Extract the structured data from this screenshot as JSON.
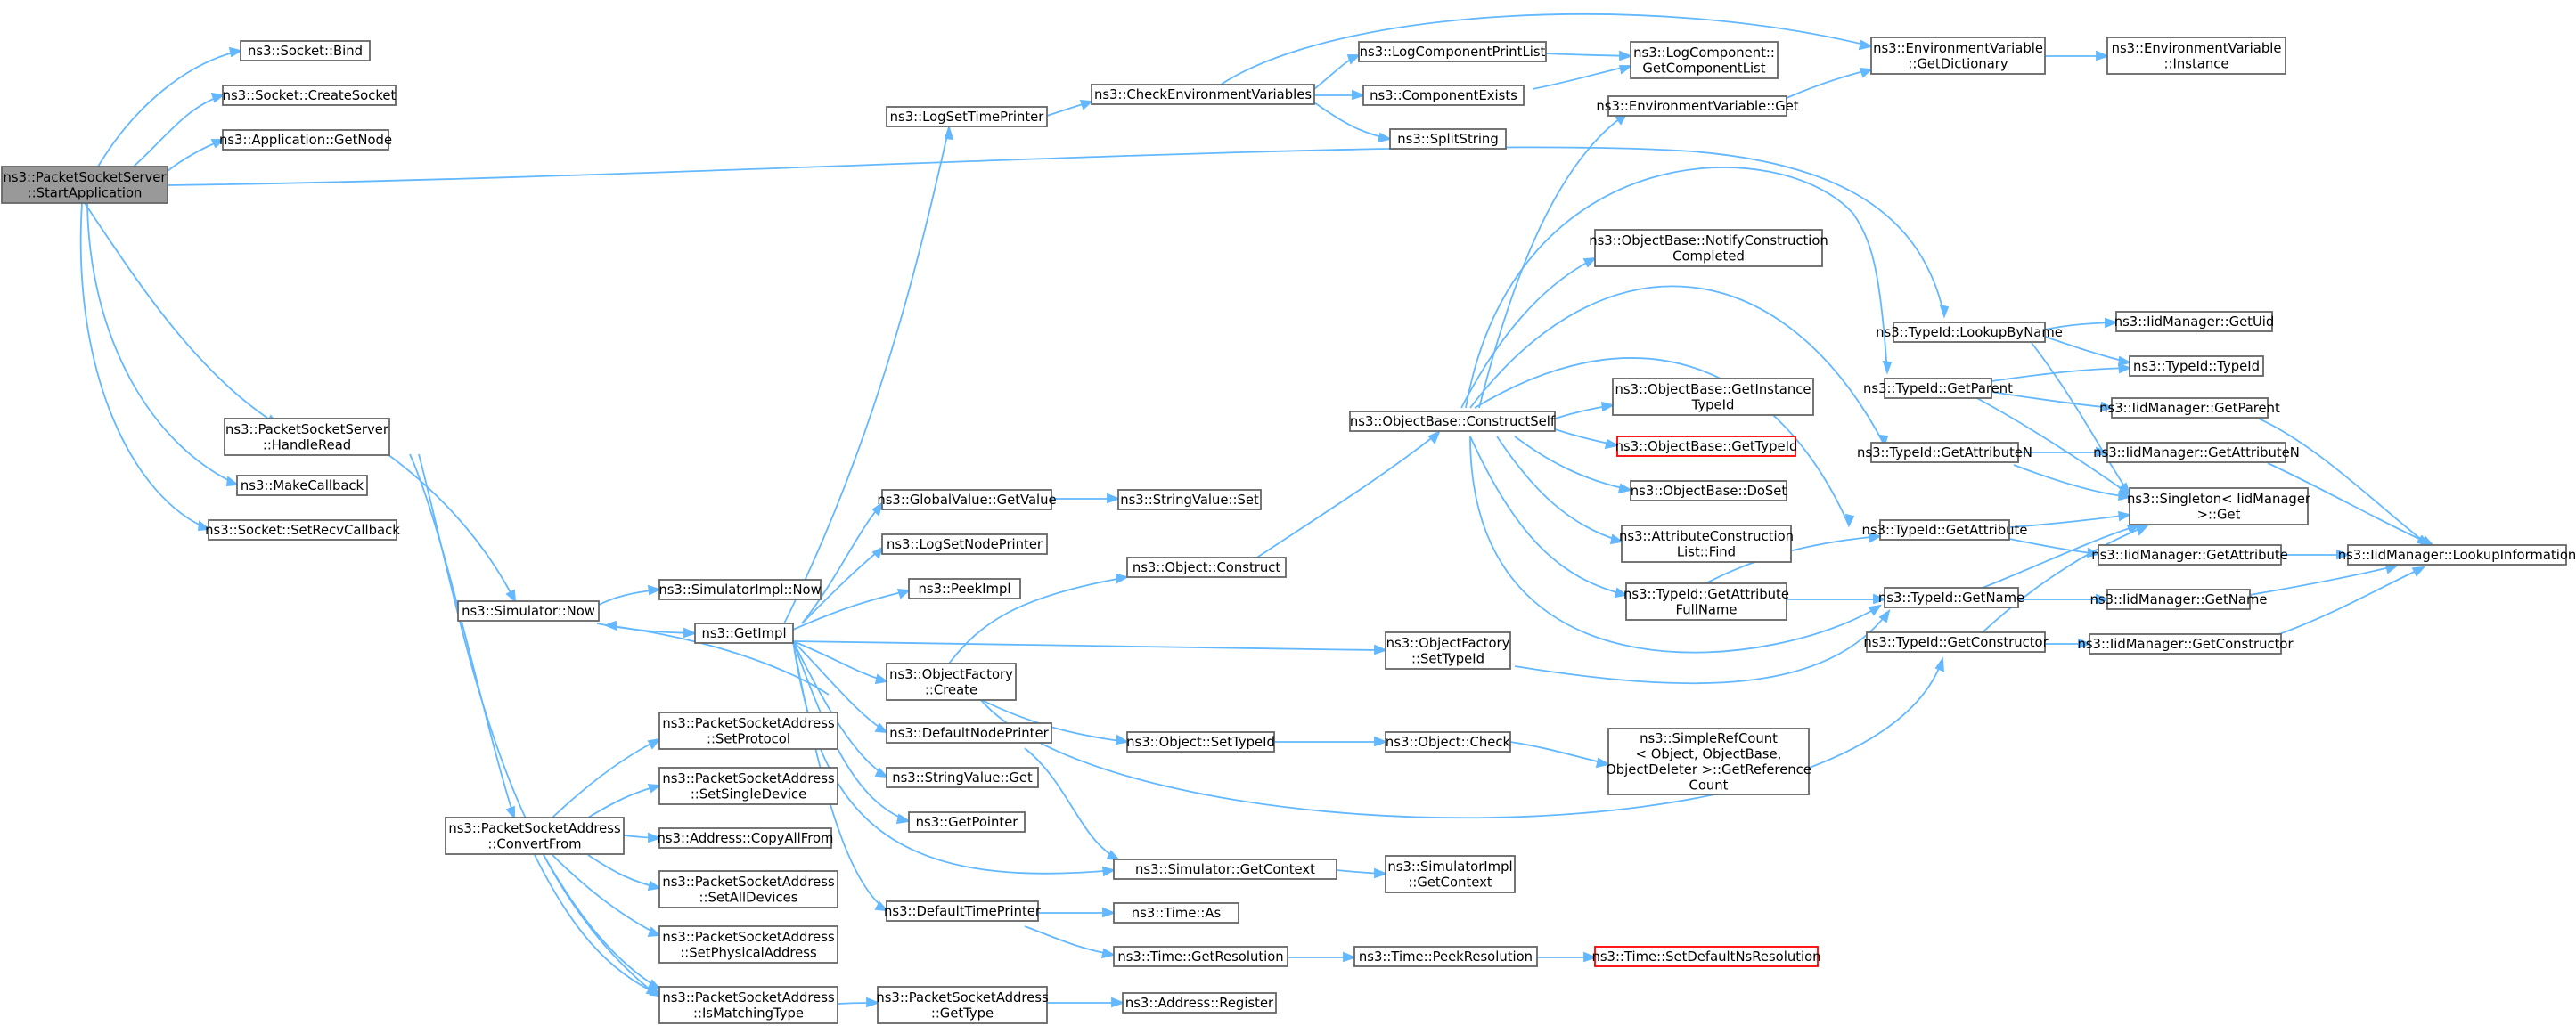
{
  "nodes": {
    "start_app": [
      "ns3::PacketSocketServer",
      "::StartApplication"
    ],
    "sock_bind": [
      "ns3::Socket::Bind"
    ],
    "sock_create": [
      "ns3::Socket::CreateSocket"
    ],
    "app_getnode": [
      "ns3::Application::GetNode"
    ],
    "handle_read": [
      "ns3::PacketSocketServer",
      "::HandleRead"
    ],
    "make_cb": [
      "ns3::MakeCallback"
    ],
    "set_recv_cb": [
      "ns3::Socket::SetRecvCallback"
    ],
    "sim_now": [
      "ns3::Simulator::Now"
    ],
    "simimpl_now": [
      "ns3::SimulatorImpl::Now"
    ],
    "get_impl": [
      "ns3::GetImpl"
    ],
    "psa_convert": [
      "ns3::PacketSocketAddress",
      "::ConvertFrom"
    ],
    "psa_setproto": [
      "ns3::PacketSocketAddress",
      "::SetProtocol"
    ],
    "psa_setsingle": [
      "ns3::PacketSocketAddress",
      "::SetSingleDevice"
    ],
    "addr_copyall": [
      "ns3::Address::CopyAllFrom"
    ],
    "psa_setall": [
      "ns3::PacketSocketAddress",
      "::SetAllDevices"
    ],
    "psa_setphys": [
      "ns3::PacketSocketAddress",
      "::SetPhysicalAddress"
    ],
    "psa_ismatch": [
      "ns3::PacketSocketAddress",
      "::IsMatchingType"
    ],
    "psa_gettype": [
      "ns3::PacketSocketAddress",
      "::GetType"
    ],
    "addr_register": [
      "ns3::Address::Register"
    ],
    "log_settime": [
      "ns3::LogSetTimePrinter"
    ],
    "check_env": [
      "ns3::CheckEnvironmentVariables"
    ],
    "log_complist": [
      "ns3::LogComponentPrintList"
    ],
    "comp_exists": [
      "ns3::ComponentExists"
    ],
    "split_string": [
      "ns3::SplitString"
    ],
    "logcomp_getlist": [
      "ns3::LogComponent::",
      "GetComponentList"
    ],
    "envvar_getdict": [
      "ns3::EnvironmentVariable",
      "::GetDictionary"
    ],
    "envvar_instance": [
      "ns3::EnvironmentVariable",
      "::Instance"
    ],
    "envvar_get": [
      "ns3::EnvironmentVariable::Get"
    ],
    "gv_getvalue": [
      "ns3::GlobalValue::GetValue"
    ],
    "sv_set": [
      "ns3::StringValue::Set"
    ],
    "log_setnode": [
      "ns3::LogSetNodePrinter"
    ],
    "peek_impl": [
      "ns3::PeekImpl"
    ],
    "obj_construct": [
      "ns3::Object::Construct"
    ],
    "of_create": [
      "ns3::ObjectFactory",
      "::Create"
    ],
    "def_node_printer": [
      "ns3::DefaultNodePrinter"
    ],
    "sv_get": [
      "ns3::StringValue::Get"
    ],
    "get_pointer": [
      "ns3::GetPointer"
    ],
    "def_time_printer": [
      "ns3::DefaultTimePrinter"
    ],
    "obj_settypeid": [
      "ns3::Object::SetTypeId"
    ],
    "obj_check": [
      "ns3::Object::Check"
    ],
    "simplerefcount": [
      "ns3::SimpleRefCount",
      "< Object, ObjectBase,",
      "ObjectDeleter >::GetReference",
      "Count"
    ],
    "sim_getcontext": [
      "ns3::Simulator::GetContext"
    ],
    "simimpl_getcontext": [
      "ns3::SimulatorImpl",
      "::GetContext"
    ],
    "time_as": [
      "ns3::Time::As"
    ],
    "time_getres": [
      "ns3::Time::GetResolution"
    ],
    "time_peekres": [
      "ns3::Time::PeekResolution"
    ],
    "time_setdefault": [
      "ns3::Time::SetDefaultNsResolution"
    ],
    "ob_constructself": [
      "ns3::ObjectBase::ConstructSelf"
    ],
    "ob_notify": [
      "ns3::ObjectBase::NotifyConstruction",
      "Completed"
    ],
    "ob_getinstance": [
      "ns3::ObjectBase::GetInstance",
      "TypeId"
    ],
    "ob_gettypeid": [
      "ns3::ObjectBase::GetTypeId"
    ],
    "ob_doset": [
      "ns3::ObjectBase::DoSet"
    ],
    "attr_list_find": [
      "ns3::AttributeConstruction",
      "List::Find"
    ],
    "tid_getattrfull": [
      "ns3::TypeId::GetAttribute",
      "FullName"
    ],
    "of_settypeid": [
      "ns3::ObjectFactory",
      "::SetTypeId"
    ],
    "tid_lookup": [
      "ns3::TypeId::LookupByName"
    ],
    "tid_getparent": [
      "ns3::TypeId::GetParent"
    ],
    "tid_getattrn": [
      "ns3::TypeId::GetAttributeN"
    ],
    "tid_getattr": [
      "ns3::TypeId::GetAttribute"
    ],
    "tid_getname": [
      "ns3::TypeId::GetName"
    ],
    "tid_getctor": [
      "ns3::TypeId::GetConstructor"
    ],
    "iid_getuid": [
      "ns3::IidManager::GetUid"
    ],
    "tid_typeid": [
      "ns3::TypeId::TypeId"
    ],
    "iid_getparent": [
      "ns3::IidManager::GetParent"
    ],
    "iid_getattrn": [
      "ns3::IidManager::GetAttributeN"
    ],
    "singleton_get": [
      "ns3::Singleton< IidManager",
      ">::Get"
    ],
    "iid_getattr": [
      "ns3::IidManager::GetAttribute"
    ],
    "iid_getname": [
      "ns3::IidManager::GetName"
    ],
    "iid_getctor": [
      "ns3::IidManager::GetConstructor"
    ],
    "iid_lookupinfo": [
      "ns3::IidManager::LookupInformation"
    ]
  },
  "highlight_colors": {
    "root_fill": "#999999",
    "edge": "#63b8ff",
    "missing_node_border": "#ff0000",
    "node_border": "#666666"
  }
}
